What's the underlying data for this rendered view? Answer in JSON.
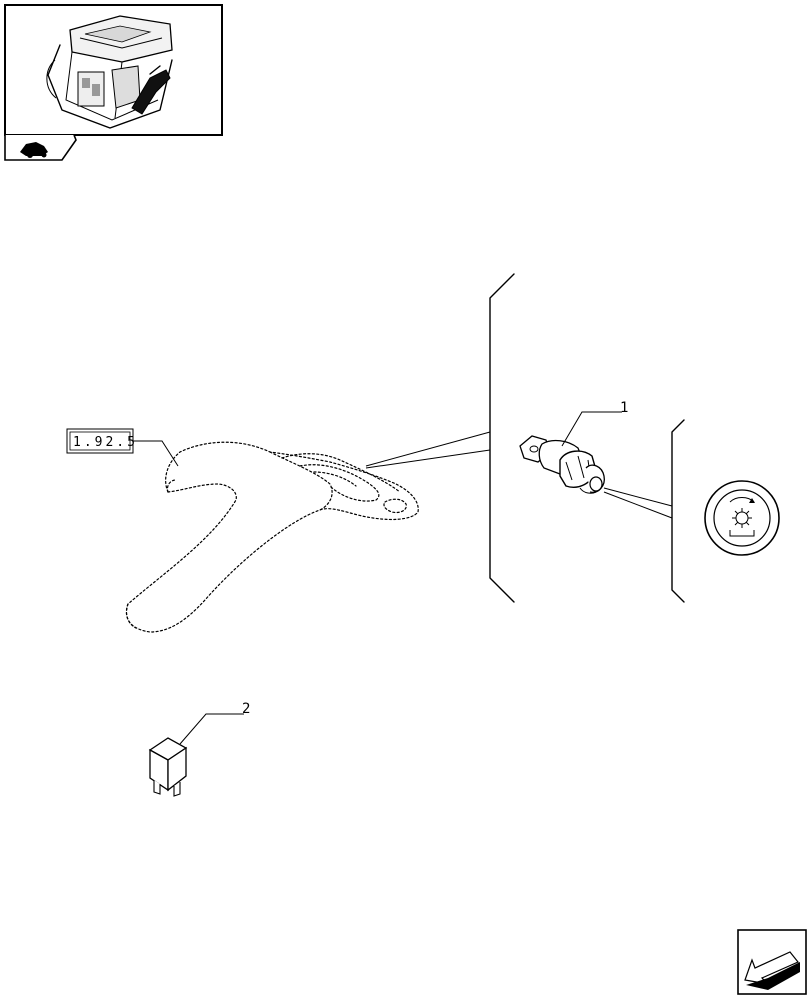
{
  "callouts": {
    "ref": "1.92.5",
    "item1": "1",
    "item2": "2"
  },
  "icons": {
    "thumbnail": "tractor-cab-thumbnail-icon",
    "section": "tractor-section-icon",
    "switch_symbol": "rotating-gear-symbol-icon",
    "next_page": "next-page-arrow-icon"
  },
  "colors": {
    "line": "#000000",
    "background": "#ffffff"
  }
}
